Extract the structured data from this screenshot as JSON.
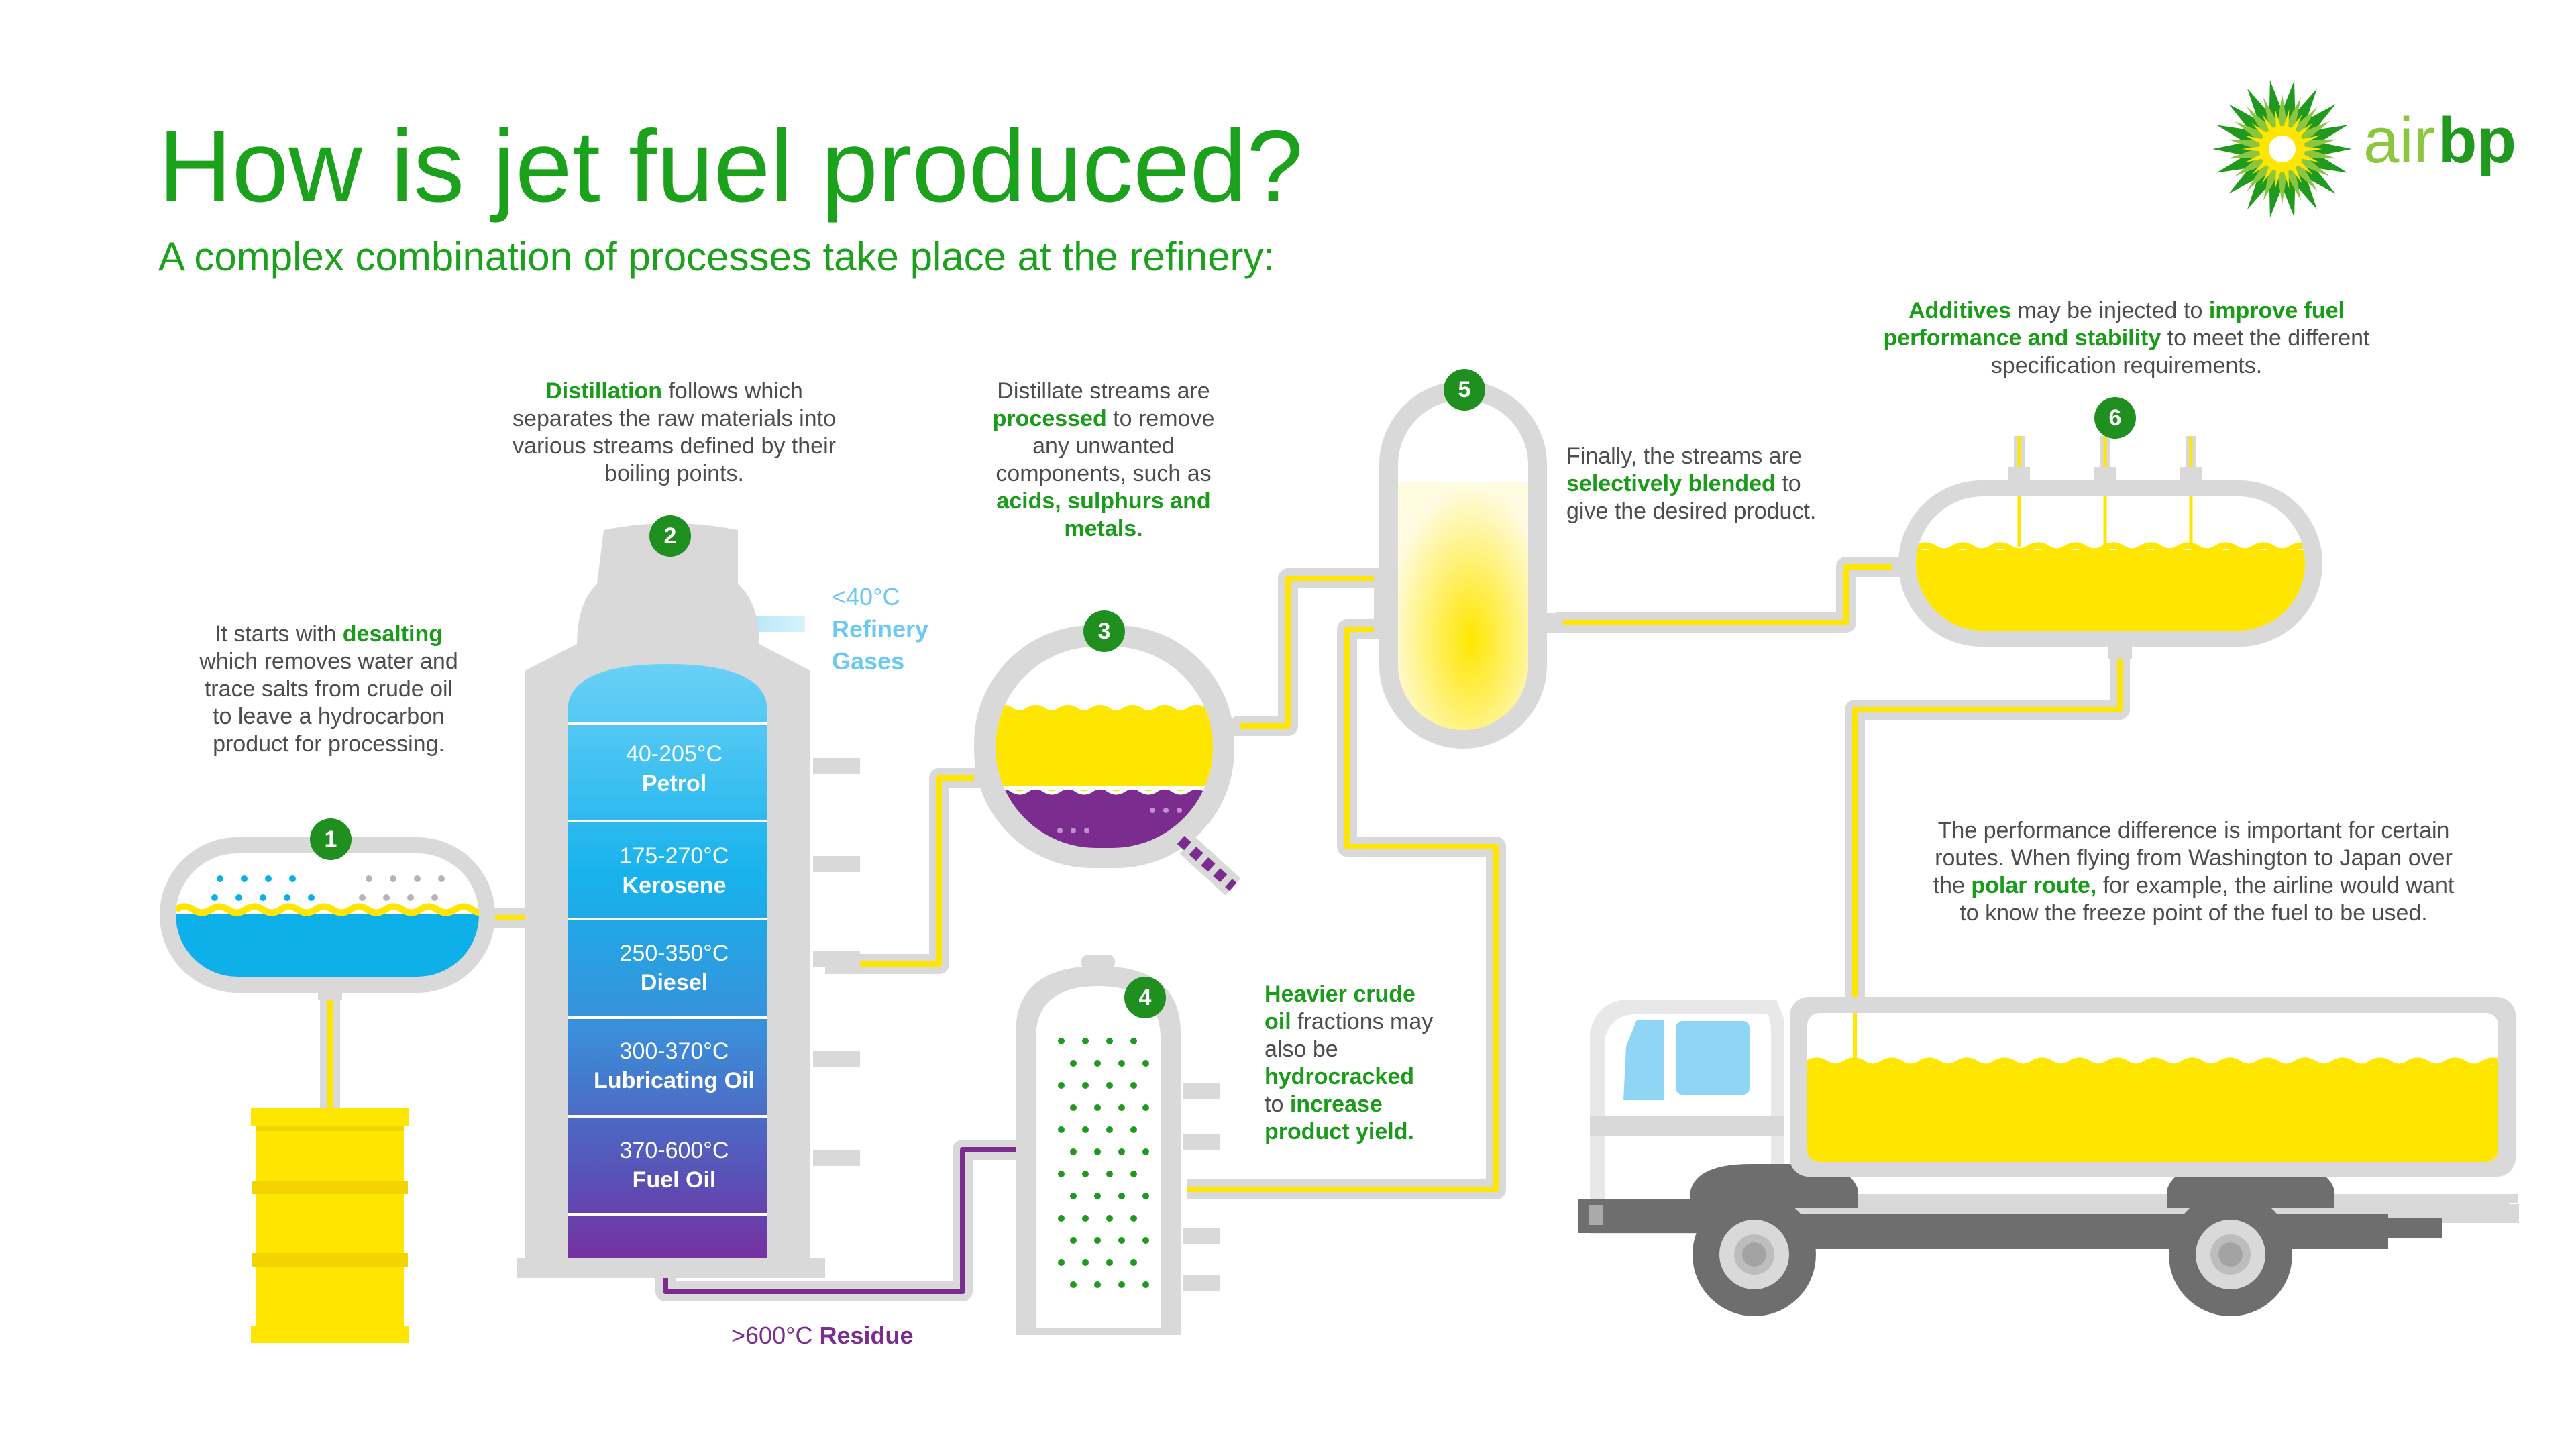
{
  "header": {
    "title": "How is jet fuel produced?",
    "subtitle": "A complex combination of processes take place at the refinery:"
  },
  "logo": {
    "icon": "helios-sunflower-icon",
    "word_air": "air",
    "word_bp": "bp"
  },
  "colors": {
    "green": "#1ba11b",
    "yellow": "#ffe600",
    "water_blue": "#0db0e8",
    "purple": "#7b2c8f",
    "grey": "#d9d9d9"
  },
  "steps": [
    {
      "number": "1",
      "before": "It starts with ",
      "highlight1": "desalting",
      "after": " which removes water and trace salts from crude oil to leave a hydrocarbon product for processing."
    },
    {
      "number": "2",
      "highlight1": "Distillation",
      "after": " follows which separates the raw materials into various streams defined by their boiling points."
    },
    {
      "number": "3",
      "before": "Distillate streams are ",
      "highlight1": "processed",
      "middle": " to remove any unwanted components, such as ",
      "highlight2": "acids, sulphurs and metals."
    },
    {
      "number": "4",
      "highlight1": "Heavier crude oil",
      "middle": " fractions may also be ",
      "highlight2": "hydrocracked",
      "middle2": " to ",
      "highlight3": "increase product yield."
    },
    {
      "number": "5",
      "before": "Finally, the streams are ",
      "highlight1": "selectively blended",
      "after": " to give the desired product."
    },
    {
      "number": "6",
      "highlight1": "Additives",
      "middle": " may be injected to ",
      "highlight2": "improve fuel performance and stability",
      "after": " to meet the different specification requirements."
    }
  ],
  "column": {
    "gases_temp": "<40°C",
    "gases_name": "Refinery Gases",
    "fractions": [
      {
        "temp": "40-205°C",
        "name": "Petrol"
      },
      {
        "temp": "175-270°C",
        "name": "Kerosene"
      },
      {
        "temp": "250-350°C",
        "name": "Diesel"
      },
      {
        "temp": "300-370°C",
        "name": "Lubricating Oil"
      },
      {
        "temp": "370-600°C",
        "name": "Fuel Oil"
      }
    ],
    "residue_temp": ">600°C",
    "residue_name": "Residue"
  },
  "note": {
    "before": "The performance difference is important for certain routes. When flying from Washington to Japan over the ",
    "highlight": "polar route,",
    "after": " for example, the airline would want to know the freeze point of the fuel to be used."
  }
}
